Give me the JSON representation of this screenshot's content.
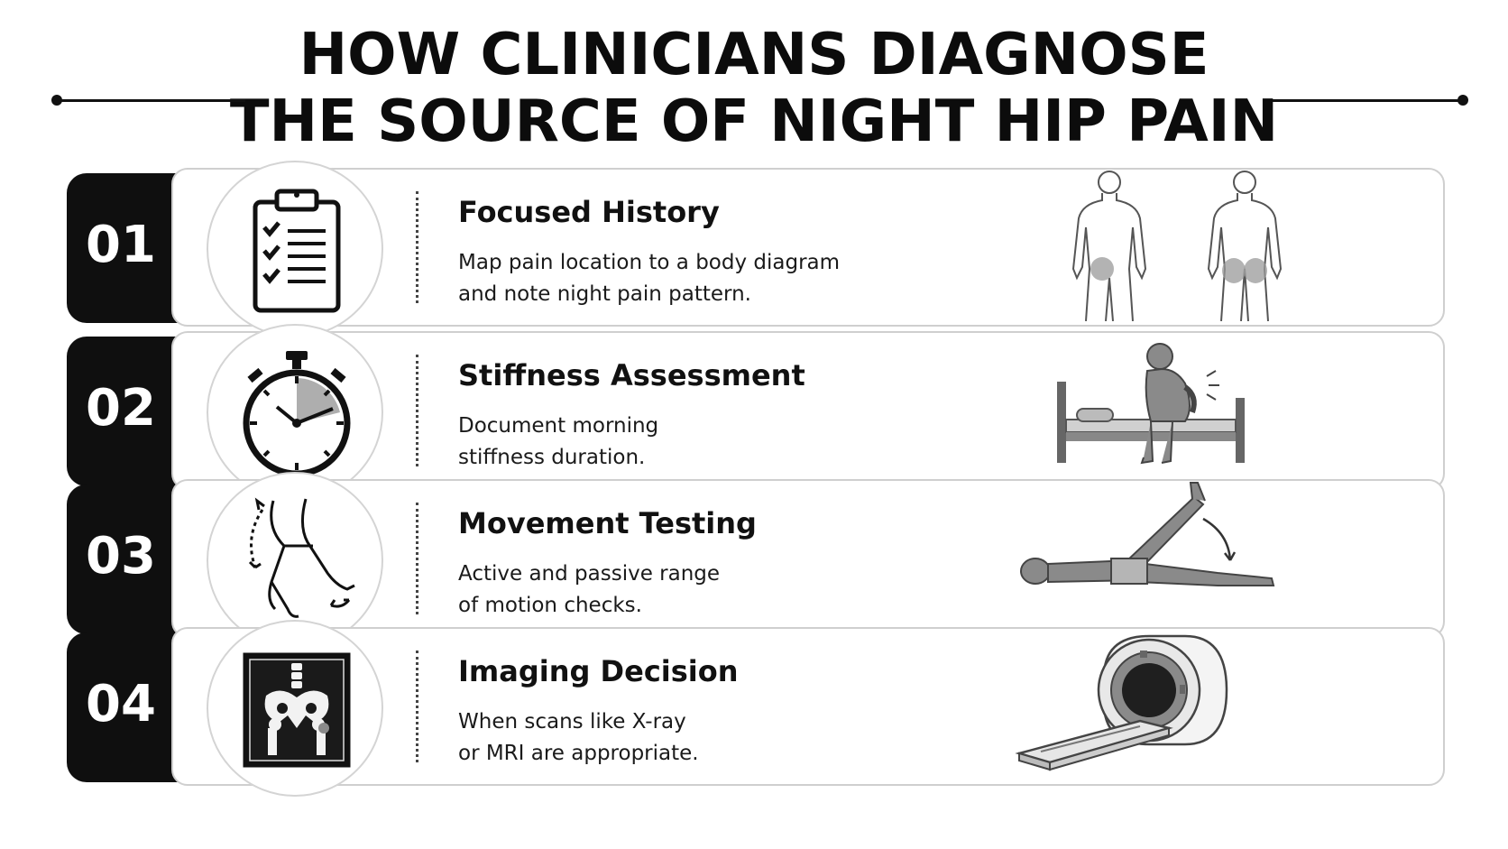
{
  "title": {
    "line1": "HOW CLINICIANS DIAGNOSE",
    "line2": "THE SOURCE OF NIGHT HIP PAIN"
  },
  "steps": [
    {
      "number": "01",
      "title": "Focused History",
      "desc_line1": "Map pain location to a body diagram",
      "desc_line2": "and note night pain pattern.",
      "icon": "clipboard-checklist-icon",
      "illustration": "body-diagram-front-back"
    },
    {
      "number": "02",
      "title": "Stiffness Assessment",
      "desc_line1": "Document morning",
      "desc_line2": "stiffness duration.",
      "icon": "stopwatch-icon",
      "illustration": "person-sitting-on-bed"
    },
    {
      "number": "03",
      "title": "Movement Testing",
      "desc_line1": "Active and passive range",
      "desc_line2": "of motion checks.",
      "icon": "leg-range-of-motion-icon",
      "illustration": "person-leg-raise"
    },
    {
      "number": "04",
      "title": "Imaging Decision",
      "desc_line1": "When scans like X-ray",
      "desc_line2": "or MRI are appropriate.",
      "icon": "pelvis-xray-icon",
      "illustration": "mri-scanner"
    }
  ],
  "colors": {
    "tab": "#0f0f0f",
    "card_border": "#cfcfcf",
    "pain_highlight": "#9a9a9a"
  }
}
